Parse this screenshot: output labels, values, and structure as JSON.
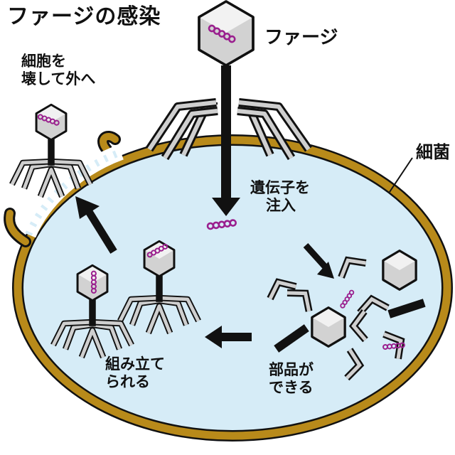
{
  "title": "ファージの感染",
  "labels": {
    "phage": "ファージ",
    "bacterium": "細菌",
    "break_out": [
      "細胞を",
      "壊して外へ"
    ],
    "inject": [
      "遺伝子を",
      "注入"
    ],
    "parts": [
      "部品が",
      "できる"
    ],
    "assemble": [
      "組み立て",
      "られる"
    ]
  },
  "colors": {
    "cell_wall": "#b88a1a",
    "cytoplasm": "#d6ecf7",
    "capsid": "#d2d2d2",
    "dna": "#9a1f8e",
    "outline": "#111111",
    "leg": "#bdbdbd"
  }
}
